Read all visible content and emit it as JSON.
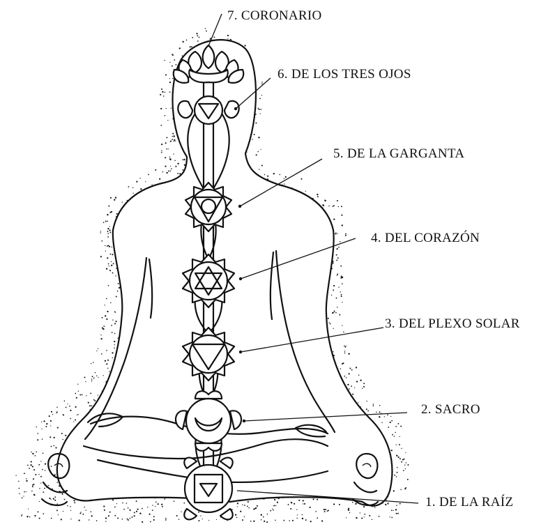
{
  "colors": {
    "ink": "#111111",
    "background": "#ffffff"
  },
  "chakras": [
    {
      "id": "crown",
      "label": "7. CORONARIO",
      "icon": "lotus-crown-icon"
    },
    {
      "id": "third-eye",
      "label": "6. DE LOS TRES OJOS",
      "icon": "two-petal-triangle-icon"
    },
    {
      "id": "throat",
      "label": "5. DE LA GARGANTA",
      "icon": "circle-in-triangle-lotus-icon"
    },
    {
      "id": "heart",
      "label": "4. DEL CORAZÓN",
      "icon": "hexagram-lotus-icon"
    },
    {
      "id": "solar-plexus",
      "label": "3. DEL PLEXO SOLAR",
      "icon": "triangle-lotus-icon"
    },
    {
      "id": "sacral",
      "label": "2. SACRO",
      "icon": "crescent-lotus-icon"
    },
    {
      "id": "root",
      "label": "1. DE LA RAÍZ",
      "icon": "square-triangle-lotus-icon"
    }
  ]
}
